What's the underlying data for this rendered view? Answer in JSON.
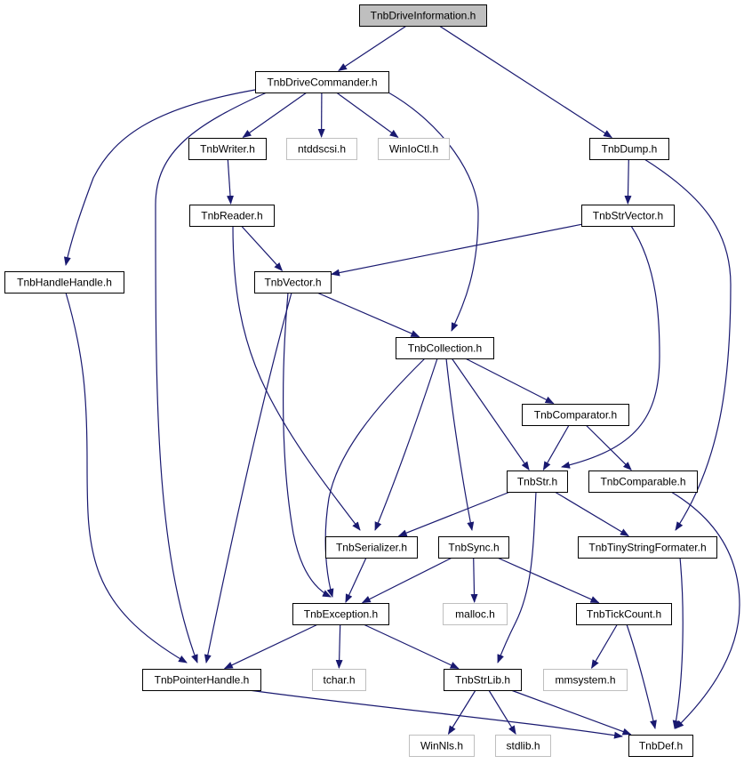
{
  "colors": {
    "edge": "#191970",
    "root_fill": "#bfbfbf",
    "external_border": "#bfbfbf",
    "node_border": "#000000"
  },
  "nodes": {
    "drive_information": {
      "label": "TnbDriveInformation.h",
      "kind": "root"
    },
    "drive_commander": {
      "label": "TnbDriveCommander.h",
      "kind": "file"
    },
    "dump": {
      "label": "TnbDump.h",
      "kind": "file"
    },
    "writer": {
      "label": "TnbWriter.h",
      "kind": "file"
    },
    "ntddscsi": {
      "label": "ntddscsi.h",
      "kind": "external"
    },
    "winioctl": {
      "label": "WinIoCtl.h",
      "kind": "external"
    },
    "reader": {
      "label": "TnbReader.h",
      "kind": "file"
    },
    "str_vector": {
      "label": "TnbStrVector.h",
      "kind": "file"
    },
    "handle_handle": {
      "label": "TnbHandleHandle.h",
      "kind": "file"
    },
    "vector": {
      "label": "TnbVector.h",
      "kind": "file"
    },
    "collection": {
      "label": "TnbCollection.h",
      "kind": "file"
    },
    "comparator": {
      "label": "TnbComparator.h",
      "kind": "file"
    },
    "str": {
      "label": "TnbStr.h",
      "kind": "file"
    },
    "comparable": {
      "label": "TnbComparable.h",
      "kind": "file"
    },
    "serializer": {
      "label": "TnbSerializer.h",
      "kind": "file"
    },
    "sync": {
      "label": "TnbSync.h",
      "kind": "file"
    },
    "tiny_string_formater": {
      "label": "TnbTinyStringFormater.h",
      "kind": "file"
    },
    "exception": {
      "label": "TnbException.h",
      "kind": "file"
    },
    "malloc": {
      "label": "malloc.h",
      "kind": "external"
    },
    "tick_count": {
      "label": "TnbTickCount.h",
      "kind": "file"
    },
    "pointer_handle": {
      "label": "TnbPointerHandle.h",
      "kind": "file"
    },
    "tchar": {
      "label": "tchar.h",
      "kind": "external"
    },
    "str_lib": {
      "label": "TnbStrLib.h",
      "kind": "file"
    },
    "mmsystem": {
      "label": "mmsystem.h",
      "kind": "external"
    },
    "winnls": {
      "label": "WinNls.h",
      "kind": "external"
    },
    "stdlib": {
      "label": "stdlib.h",
      "kind": "external"
    },
    "def": {
      "label": "TnbDef.h",
      "kind": "file"
    }
  },
  "edges": [
    [
      "drive_information",
      "drive_commander"
    ],
    [
      "drive_information",
      "dump"
    ],
    [
      "drive_commander",
      "writer"
    ],
    [
      "drive_commander",
      "ntddscsi"
    ],
    [
      "drive_commander",
      "winioctl"
    ],
    [
      "drive_commander",
      "handle_handle"
    ],
    [
      "drive_commander",
      "pointer_handle"
    ],
    [
      "drive_commander",
      "collection"
    ],
    [
      "dump",
      "str_vector"
    ],
    [
      "dump",
      "tiny_string_formater"
    ],
    [
      "writer",
      "reader"
    ],
    [
      "reader",
      "vector"
    ],
    [
      "reader",
      "serializer"
    ],
    [
      "str_vector",
      "vector"
    ],
    [
      "str_vector",
      "str"
    ],
    [
      "handle_handle",
      "pointer_handle"
    ],
    [
      "vector",
      "collection"
    ],
    [
      "vector",
      "exception"
    ],
    [
      "vector",
      "pointer_handle"
    ],
    [
      "collection",
      "comparator"
    ],
    [
      "collection",
      "str"
    ],
    [
      "collection",
      "serializer"
    ],
    [
      "collection",
      "sync"
    ],
    [
      "collection",
      "exception"
    ],
    [
      "comparator",
      "str"
    ],
    [
      "comparator",
      "comparable"
    ],
    [
      "str",
      "serializer"
    ],
    [
      "str",
      "tiny_string_formater"
    ],
    [
      "str",
      "str_lib"
    ],
    [
      "comparable",
      "def"
    ],
    [
      "serializer",
      "exception"
    ],
    [
      "sync",
      "exception"
    ],
    [
      "sync",
      "malloc"
    ],
    [
      "sync",
      "tick_count"
    ],
    [
      "tiny_string_formater",
      "def"
    ],
    [
      "exception",
      "pointer_handle"
    ],
    [
      "exception",
      "tchar"
    ],
    [
      "exception",
      "str_lib"
    ],
    [
      "tick_count",
      "mmsystem"
    ],
    [
      "tick_count",
      "def"
    ],
    [
      "pointer_handle",
      "def"
    ],
    [
      "str_lib",
      "winnls"
    ],
    [
      "str_lib",
      "stdlib"
    ],
    [
      "str_lib",
      "def"
    ]
  ]
}
